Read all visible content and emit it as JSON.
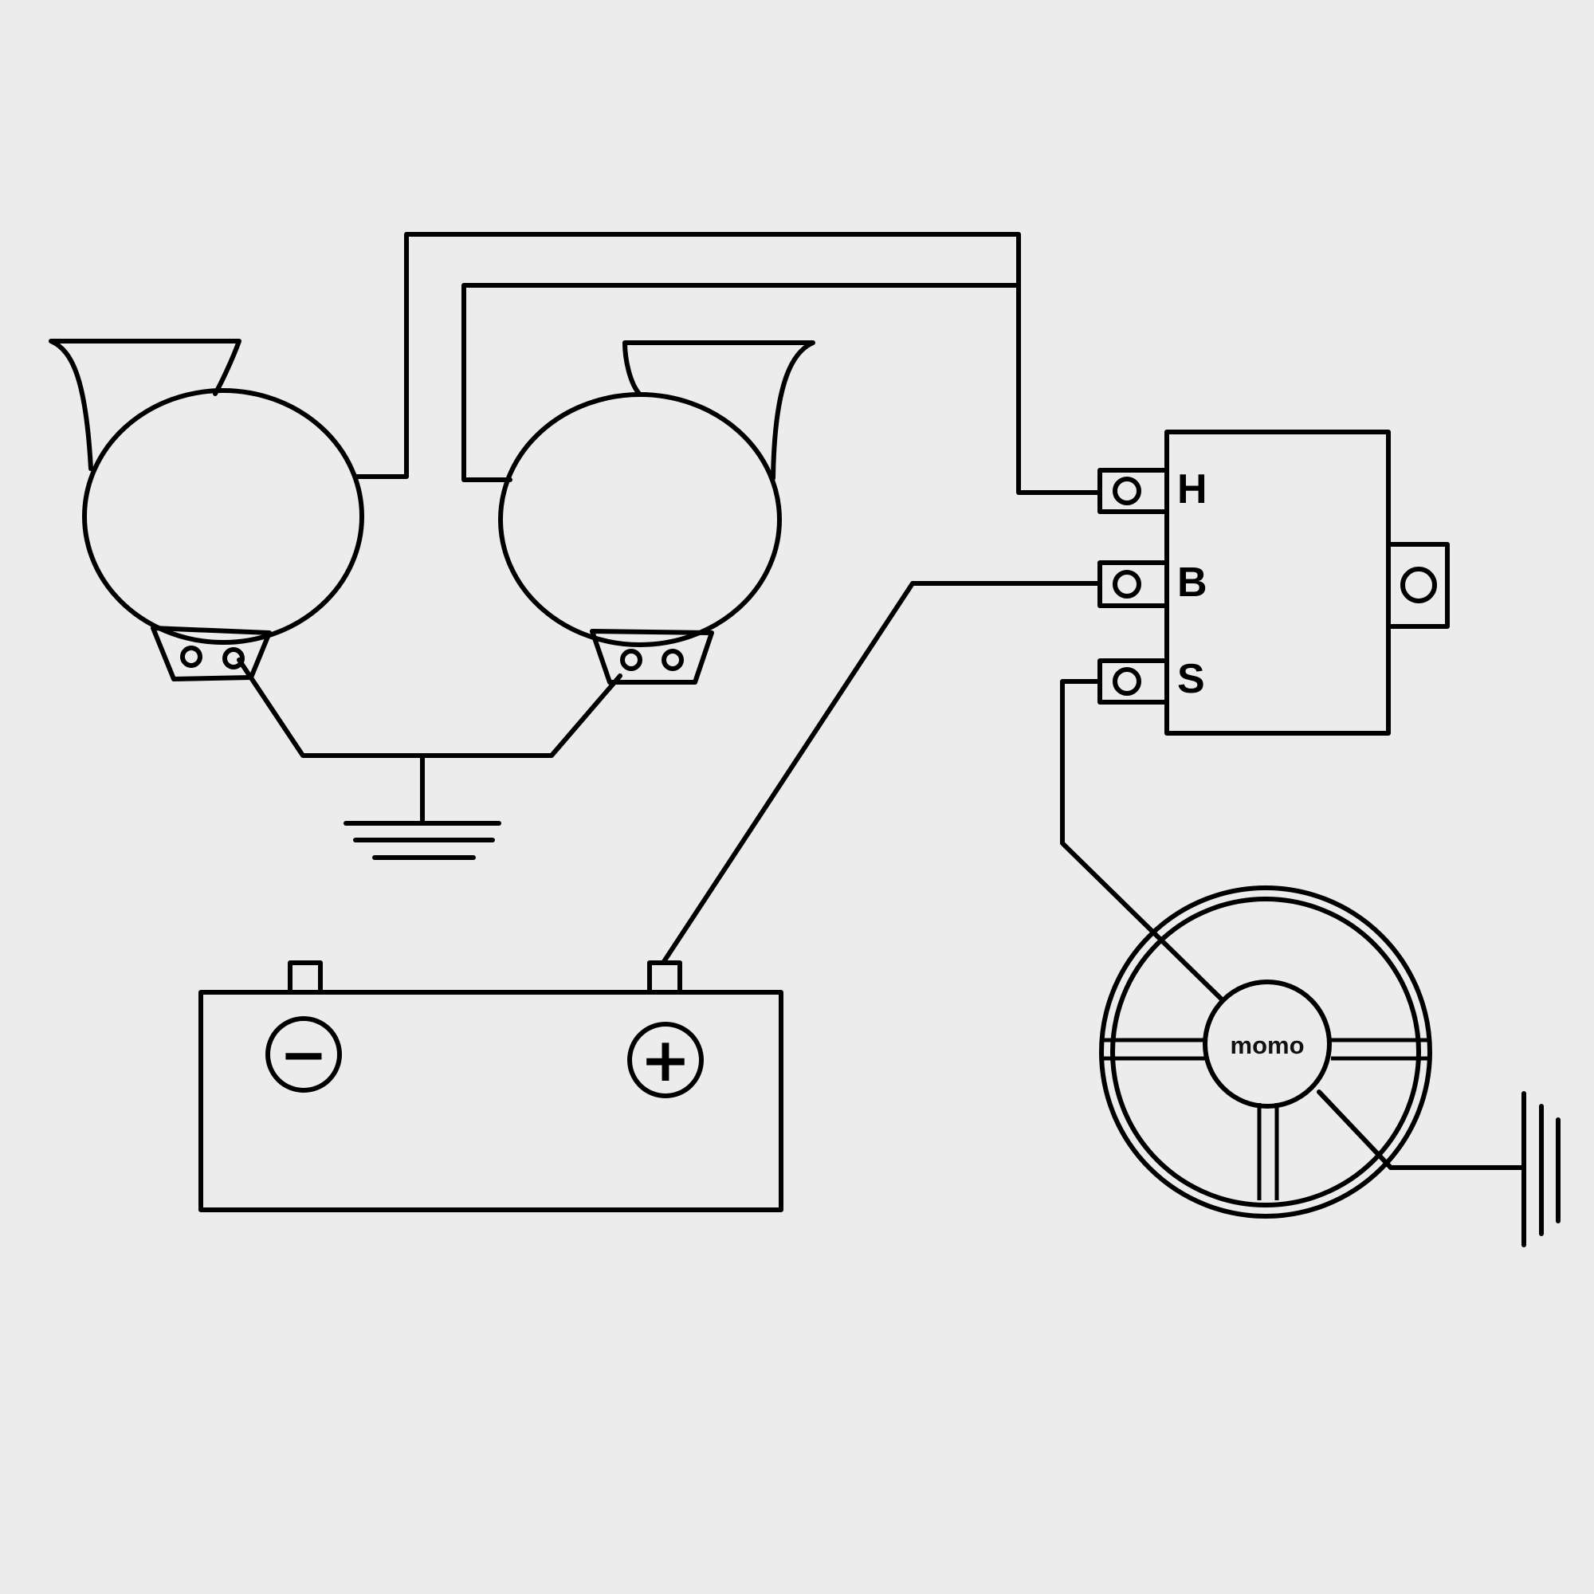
{
  "colors": {
    "background": "#ececec",
    "stroke": "#000000"
  },
  "relay": {
    "pins": [
      {
        "label": "H"
      },
      {
        "label": "B"
      },
      {
        "label": "S"
      }
    ]
  },
  "battery": {
    "negative_symbol": "−",
    "positive_symbol": "+"
  },
  "steering_wheel": {
    "brand": "momo"
  },
  "icons": [
    "horn-icon",
    "ground-icon",
    "battery-icon",
    "relay-icon",
    "steering-wheel-icon"
  ]
}
